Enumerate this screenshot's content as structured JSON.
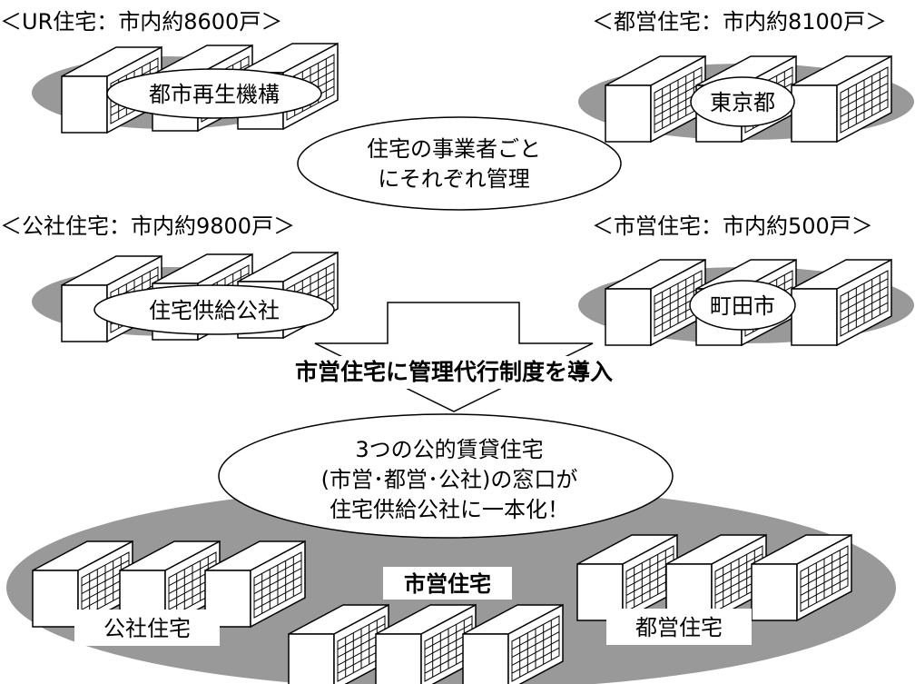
{
  "headers": {
    "ur": "＜UR住宅：市内約8600戸＞",
    "toei": "＜都営住宅：市内約8100戸＞",
    "kosha": "＜公社住宅：市内約9800戸＞",
    "shiei": "＜市営住宅：市内約500戸＞"
  },
  "operators": {
    "ur": "都市再生機構",
    "toei": "東京都",
    "kosha": "住宅供給公社",
    "shiei": "町田市"
  },
  "center_note": {
    "line1": "住宅の事業者ごと",
    "line2": "にそれぞれ管理"
  },
  "arrow_label": "市営住宅に管理代行制度を導入",
  "result_note": {
    "line1": "3つの公的賃貸住宅",
    "line2": "(市営･都営･公社)の窓口が",
    "line3": "住宅供給公社に一本化！"
  },
  "bottom_labels": {
    "kosha": "公社住宅",
    "shiei": "市営住宅",
    "toei": "都営住宅"
  },
  "colors": {
    "ground": "#999999",
    "building_face": "#ffffff",
    "stroke": "#000000"
  }
}
